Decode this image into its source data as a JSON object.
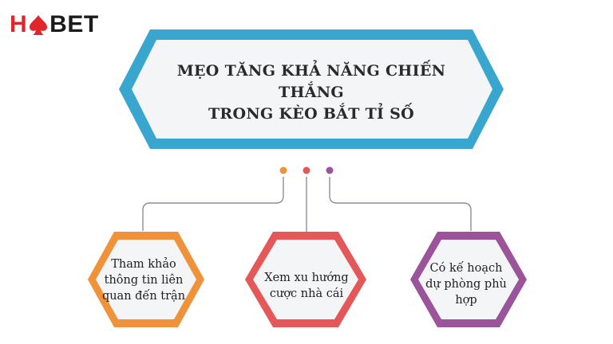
{
  "logo": {
    "text_left": "H",
    "text_right": "BET"
  },
  "title": {
    "line1": "MẸO TĂNG KHẢ NĂNG CHIẾN THẮNG",
    "line2": "TRONG KÈO BẮT TỈ SỐ"
  },
  "colors": {
    "brand_red": "#e0262b",
    "title_frame": "#39a6cf",
    "orange": "#f0923a",
    "red": "#e5585a",
    "purple": "#9b5499"
  },
  "nodes": [
    {
      "label": "Tham khảo thông tin liên quan đến trận",
      "color": "#f0923a"
    },
    {
      "label": "Xem xu hướng cược nhà cái",
      "color": "#e5585a"
    },
    {
      "label": "Có kế hoạch dự phòng phù hợp",
      "color": "#9b5499"
    }
  ]
}
